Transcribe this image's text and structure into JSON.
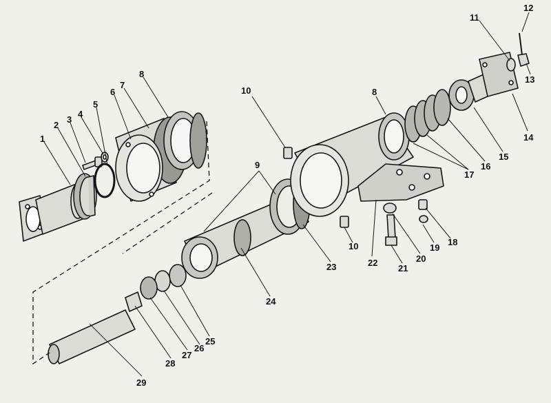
{
  "diagram": {
    "labels": [
      "1",
      "2",
      "3",
      "4",
      "5",
      "6",
      "7",
      "8",
      "8",
      "9",
      "10",
      "10",
      "11",
      "12",
      "13",
      "14",
      "15",
      "16",
      "17",
      "18",
      "19",
      "20",
      "21",
      "22",
      "23",
      "24",
      "25",
      "26",
      "27",
      "28",
      "29"
    ]
  },
  "colors": {
    "paper": "#f1f1ec",
    "ink": "#151515",
    "metal": "#d8d8d2",
    "shade": "#8a8a85"
  }
}
